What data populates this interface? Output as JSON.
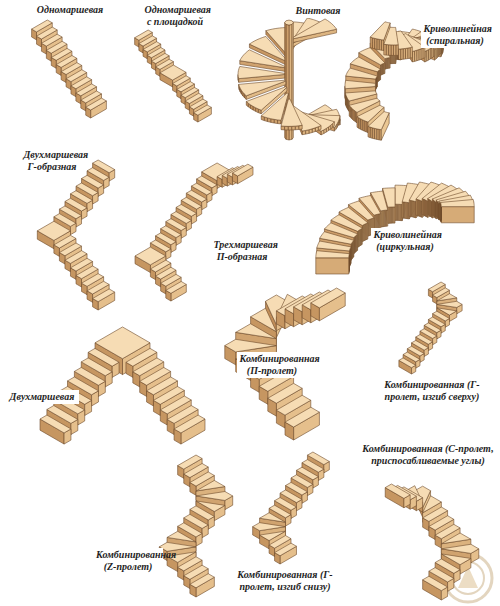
{
  "diagram": {
    "labels": [
      "Одномаршевая",
      "Одномаршевая с площадкой",
      "Винтовая",
      "Криволинейная (спиральная)",
      "Двухмаршевая Г-образная",
      "Трехмаршевая П-образная",
      "Криволинейная (циркульная)",
      "Двухмаршевая",
      "Комбинированная (П-пролет)",
      "Комбинированная (Г-пролет, изгиб сверху)",
      "Комбинированная (С-пролет, приспосабливаемые углы)",
      "Комбинированная (Z-пролет)",
      "Комбинированная (Г-пролет, изгиб снизу)"
    ]
  }
}
